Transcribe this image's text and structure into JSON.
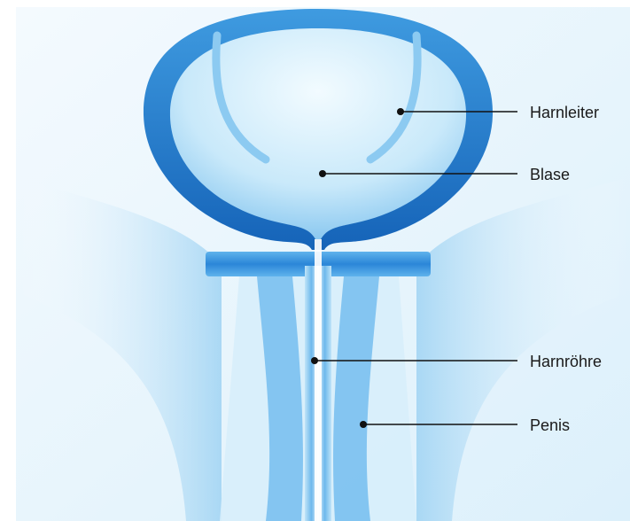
{
  "labels": {
    "ureter": "Harnleiter",
    "bladder": "Blase",
    "urethra": "Harnröhre",
    "penis": "Penis"
  },
  "colors": {
    "dark_blue": "#1a6fc4",
    "mid_blue": "#4aa3e2",
    "light_blue": "#a9d8f5",
    "pale_blue": "#e3f3fc",
    "line": "#111111"
  }
}
